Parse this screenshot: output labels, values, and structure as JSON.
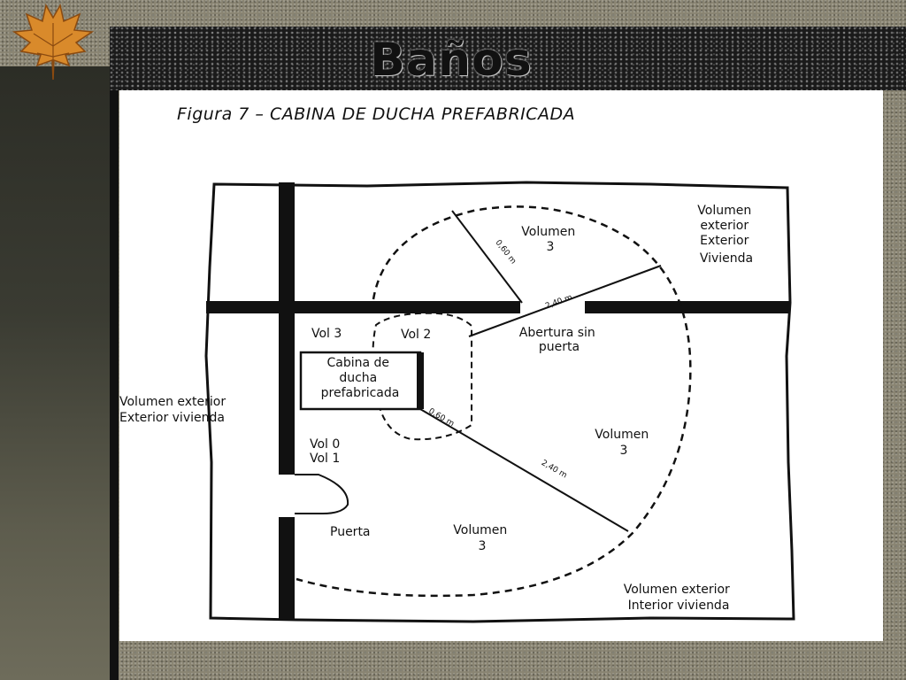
{
  "slide": {
    "title": "Baños",
    "figure_caption": "Figura 7 – CABINA DE DUCHA PREFABRICADA"
  },
  "diagram": {
    "labels": {
      "volumen_3_top": [
        "Volumen",
        "3"
      ],
      "volumen_exterior_top_right": [
        "Volumen",
        "exterior",
        "Exterior",
        "Vivienda"
      ],
      "dist_top": "0,60 m",
      "dist_right": "2,40 m",
      "vol_3": "Vol 3",
      "vol_2": "Vol 2",
      "abertura": [
        "Abertura sin",
        "puerta"
      ],
      "cabina": [
        "Cabina de",
        "ducha",
        "prefabricada"
      ],
      "volumen_exterior_left": [
        "Volumen exterior",
        "Exterior vivienda"
      ],
      "dist_small": "0,60 m",
      "vol_0": "Vol 0",
      "vol_1": "Vol 1",
      "volumen_3_right": [
        "Volumen",
        "3"
      ],
      "dist_diag": "2,40 m",
      "puerta": "Puerta",
      "volumen_3_bottom": [
        "Volumen",
        "3"
      ],
      "volumen_exterior_bottom": [
        "Volumen exterior",
        "Interior vivienda"
      ]
    }
  },
  "icons": {
    "decoration": "maple-leaf-icon"
  },
  "colors": {
    "background": "#8a8573",
    "title_strip": "#1a1a1a",
    "leaf": "#d98a2b",
    "panel": "#ffffff",
    "ink": "#111111"
  }
}
